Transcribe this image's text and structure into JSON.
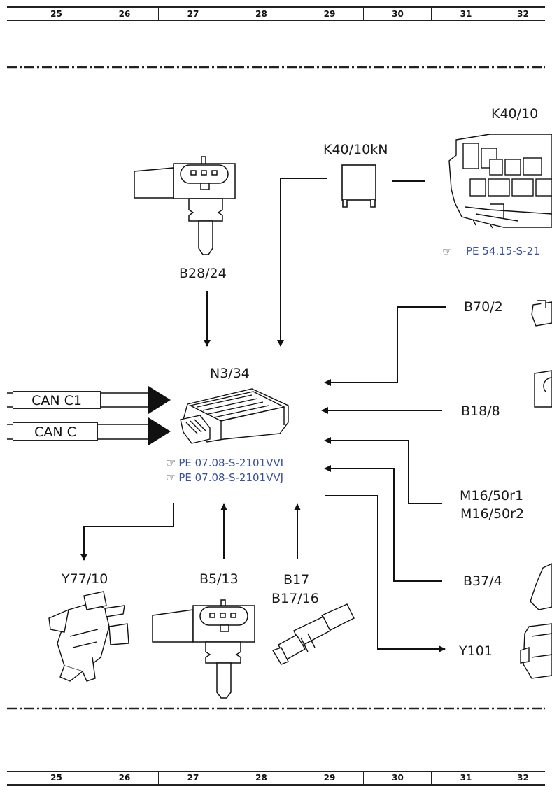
{
  "ruler": [
    "25",
    "26",
    "27",
    "28",
    "29",
    "30",
    "31",
    "32"
  ],
  "components": {
    "k40_10": "K40/10",
    "k40_10kn": "K40/10kN",
    "b28_24": "B28/24",
    "b70_2": "B70/2",
    "n3_34": "N3/34",
    "b18_8": "B18/8",
    "m16_50r1": "M16/50r1",
    "m16_50r2": "M16/50r2",
    "b37_4": "B37/4",
    "y77_10": "Y77/10",
    "b5_13": "B5/13",
    "b17": "B17",
    "b17_16": "B17/16",
    "y101": "Y101"
  },
  "buses": {
    "can_c1": "CAN C1",
    "can_c": "CAN C"
  },
  "references": {
    "pe_54": "PE 54.15-S-21",
    "pe_vvi": "PE 07.08-S-2101VVI",
    "pe_vvj": "PE 07.08-S-2101VVJ"
  }
}
